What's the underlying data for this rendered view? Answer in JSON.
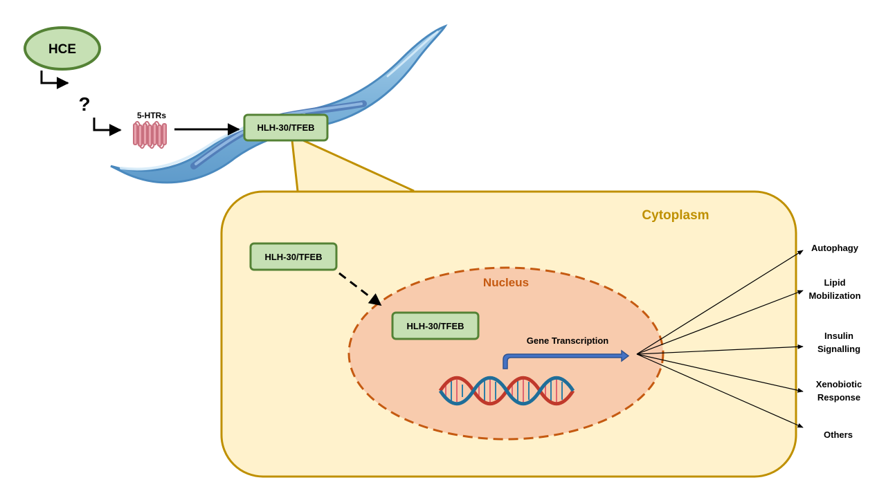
{
  "nodes": {
    "hce": "HCE",
    "unknown": "?",
    "receptor": "5-HTRs",
    "hlh_worm": "HLH-30/TFEB",
    "hlh_cytoplasm": "HLH-30/TFEB",
    "hlh_nucleus": "HLH-30/TFEB"
  },
  "compartments": {
    "cytoplasm": "Cytoplasm",
    "nucleus": "Nucleus"
  },
  "process": {
    "gene_transcription": "Gene Transcription"
  },
  "outputs": {
    "autophagy": "Autophagy",
    "lipid_line1": "Lipid",
    "lipid_line2": "Mobilization",
    "insulin_line1": "Insulin",
    "insulin_line2": "Signalling",
    "xeno_line1": "Xenobiotic",
    "xeno_line2": "Response",
    "others": "Others"
  },
  "colors": {
    "node_fill": "#c6e0b4",
    "node_border": "#548235",
    "cytoplasm_fill": "#fff2cc",
    "cytoplasm_border": "#bf9000",
    "cytoplasm_text": "#bf9000",
    "nucleus_fill": "#f8cbad",
    "nucleus_border": "#c55a11",
    "nucleus_text": "#c55a11",
    "worm_body": "#7db3da",
    "worm_outline": "#4a89be",
    "worm_gut": "#4f78b5",
    "receptor": "#d07a8a",
    "transcription_arrow": "#4472c4"
  }
}
